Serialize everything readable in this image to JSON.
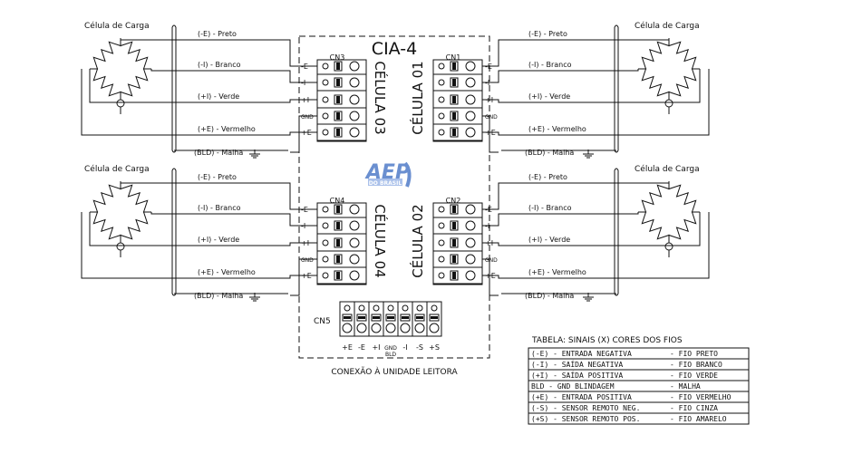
{
  "title": "CIA-4",
  "load_cell_label": "Célula de Carga",
  "wire_labels": [
    "(-E)  - Preto",
    "(-I)  - Branco",
    "(+I)  - Verde",
    "(+E) - Vermelho",
    "(BLD) - Malha"
  ],
  "pin_labels": [
    "-E",
    "-I",
    "+I",
    "GND",
    "+E"
  ],
  "cells": {
    "cn3": {
      "connector": "CN3",
      "cell": "CÉLULA 03"
    },
    "cn1": {
      "connector": "CN1",
      "cell": "CÉLULA 01"
    },
    "cn4": {
      "connector": "CN4",
      "cell": "CÉLULA 04"
    },
    "cn2": {
      "connector": "CN2",
      "cell": "CÉLULA 02"
    }
  },
  "logo": {
    "text": "AEP",
    "sub": "DO BRASIL"
  },
  "cn5": {
    "label": "CN5",
    "pins": [
      "+E",
      "-E",
      "+I",
      "GND",
      "-I",
      "-S",
      "+S"
    ],
    "pin_gnd_sub": "BLD",
    "caption": "CONEXÃO À UNIDADE LEITORA"
  },
  "table": {
    "title": "TABELA: SINAIS (X) CORES DOS FIOS",
    "rows": [
      {
        "signal": "(-E) - ENTRADA NEGATIVA",
        "wire": "- FIO PRETO"
      },
      {
        "signal": "(-I) - SAÍDA NEGATIVA",
        "wire": "- FIO BRANCO"
      },
      {
        "signal": "(+I) - SAÍDA POSITIVA",
        "wire": "- FIO VERDE"
      },
      {
        "signal": "BLD - GND BLINDAGEM",
        "wire": "- MALHA"
      },
      {
        "signal": "(+E) - ENTRADA POSITIVA",
        "wire": "- FIO VERMELHO"
      },
      {
        "signal": "(-S) - SENSOR REMOTO NEG.",
        "wire": "- FIO CINZA"
      },
      {
        "signal": "(+S) - SENSOR REMOTO POS.",
        "wire": "- FIO AMARELO"
      }
    ]
  },
  "colors": {
    "line": "#111111",
    "logo_blue": "#6a8fd0",
    "logo_light": "#a9c0ea"
  }
}
